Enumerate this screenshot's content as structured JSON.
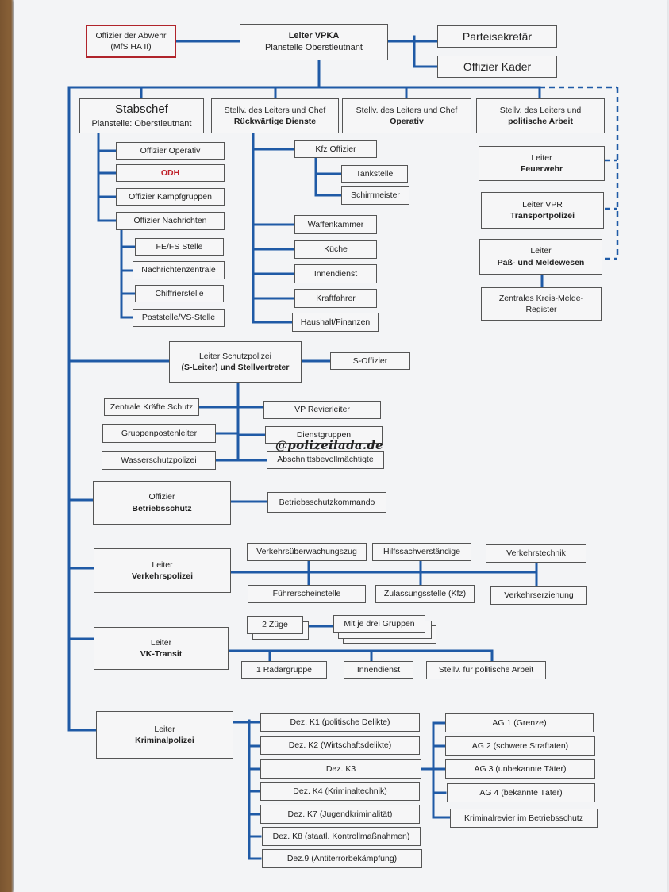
{
  "top": {
    "abwehr_l1": "Offizier der Abwehr",
    "abwehr_l2": "(MfS HA II)",
    "leiter_l1": "Leiter VPKA",
    "leiter_l2": "Planstelle Oberstleutnant",
    "parteisekretaer": "Parteisekretär",
    "kader": "Offizier Kader"
  },
  "second": {
    "stabschef": "Stabschef",
    "stabschef_sub": "Planstelle: Oberstleutnant",
    "rd_l1": "Stellv. des Leiters und Chef",
    "rd_l2": "Rückwärtige Dienste",
    "op_l1": "Stellv. des Leiters und Chef",
    "op_l2": "Operativ",
    "pol_l1": "Stellv. des Leiters und",
    "pol_l2": "politische Arbeit"
  },
  "stab": {
    "operativ": "Offizier Operativ",
    "odh": "ODH",
    "kampfgruppen": "Offizier Kampfgruppen",
    "nachrichten": "Offizier Nachrichten",
    "fefs": "FE/FS Stelle",
    "nachrichtenzentrale": "Nachrichtenzentrale",
    "chiffrier": "Chiffrierstelle",
    "post": "Poststelle/VS-Stelle"
  },
  "rd": {
    "kfz": "Kfz Offizier",
    "tankstelle": "Tankstelle",
    "schirrmeister": "Schirrmeister",
    "waffenkammer": "Waffenkammer",
    "kueche": "Küche",
    "innendienst": "Innendienst",
    "kraftfahrer": "Kraftfahrer",
    "haushalt": "Haushalt/Finanzen"
  },
  "pol": {
    "feuerwehr_l1": "Leiter",
    "feuerwehr_l2": "Feuerwehr",
    "vpr_l1": "Leiter VPR",
    "vpr_l2": "Transportpolizei",
    "pass_l1": "Leiter",
    "pass_l2": "Paß- und Meldewesen",
    "register_l1": "Zentrales Kreis-Melde-",
    "register_l2": "Register"
  },
  "schutz": {
    "leiter_l1": "Leiter Schutzpolizei",
    "leiter_l2": "(S-Leiter) und Stellvertreter",
    "soffizier": "S-Offizier",
    "zentrale": "Zentrale Kräfte Schutz",
    "gruppenposten": "Gruppenpostenleiter",
    "wasser": "Wasserschutzpolizei",
    "revier": "VP Revierleiter",
    "dienstgruppen": "Dienstgruppen",
    "abschnitt": "Abschnittsbevollmächtigte"
  },
  "watermark": "@polizeilada.de",
  "betrieb": {
    "l1": "Offizier",
    "l2": "Betriebsschutz",
    "kommando": "Betriebsschutzkommando"
  },
  "verkehr": {
    "l1": "Leiter",
    "l2": "Verkehrspolizei",
    "ueberwachung": "Verkehrsüberwachungszug",
    "hilfssach": "Hilfssachverständige",
    "technik": "Verkehrstechnik",
    "fuehrerschein": "Führerscheinstelle",
    "zulassung": "Zulassungsstelle (Kfz)",
    "erziehung": "Verkehrserziehung"
  },
  "transit": {
    "l1": "Leiter",
    "l2": "VK-Transit",
    "zuege": "2 Züge",
    "gruppen": "Mit je drei Gruppen",
    "radar": "1 Radargruppe",
    "innendienst": "Innendienst",
    "stellv": "Stellv. für politische Arbeit"
  },
  "krim": {
    "l1": "Leiter",
    "l2": "Kriminalpolizei",
    "k1": "Dez. K1 (politische Delikte)",
    "k2": "Dez. K2 (Wirtschaftsdelikte)",
    "k3": "Dez. K3",
    "k4": "Dez. K4 (Kriminaltechnik)",
    "k7": "Dez. K7 (Jugendkriminalität)",
    "k8": "Dez. K8 (staatl. Kontrollmaßnahmen)",
    "k9": "Dez.9 (Antiterrorbekämpfung)",
    "ag1": "AG 1 (Grenze)",
    "ag2": "AG 2 (schwere Straftaten)",
    "ag3": "AG 3 (unbekannte Täter)",
    "ag4": "AG 4 (bekannte Täter)",
    "revier": "Kriminalrevier im Betriebsschutz"
  },
  "colors": {
    "line": "#1f5aa6",
    "box_border": "#555555",
    "red_border": "#b0242b"
  }
}
